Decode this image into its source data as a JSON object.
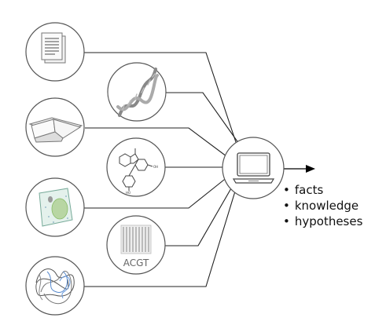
{
  "sources": [
    {
      "icon": "document-icon"
    },
    {
      "icon": "dna-helix-icon"
    },
    {
      "icon": "open-book-icon"
    },
    {
      "icon": "chemical-structure-icon"
    },
    {
      "icon": "cell-icon"
    },
    {
      "icon": "sequence-alignment-icon",
      "label": "ACGT"
    },
    {
      "icon": "protein-structure-icon"
    }
  ],
  "hub": {
    "icon": "laptop-icon"
  },
  "outputs": [
    "facts",
    "knowledge",
    "hypotheses"
  ],
  "colors": {
    "line": "#222222",
    "circle_stroke": "#555555",
    "arrow": "#000000"
  }
}
